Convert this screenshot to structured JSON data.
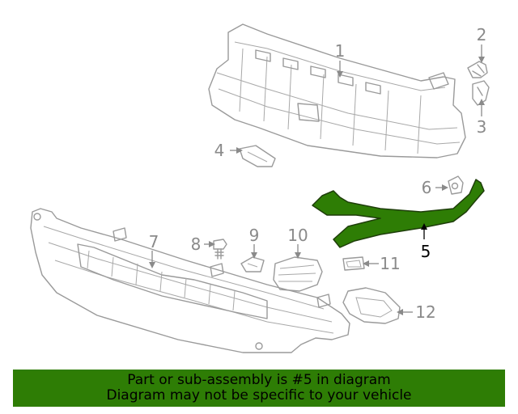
{
  "diagram": {
    "callouts": [
      "1",
      "2",
      "3",
      "4",
      "5",
      "6",
      "7",
      "8",
      "9",
      "10",
      "11",
      "12"
    ],
    "highlight_color": "#2e7d05"
  },
  "banner": {
    "line1": "Part or sub-assembly is #5 in diagram",
    "line2": "Diagram may not be specific to your vehicle",
    "background": "#2e7d05"
  }
}
